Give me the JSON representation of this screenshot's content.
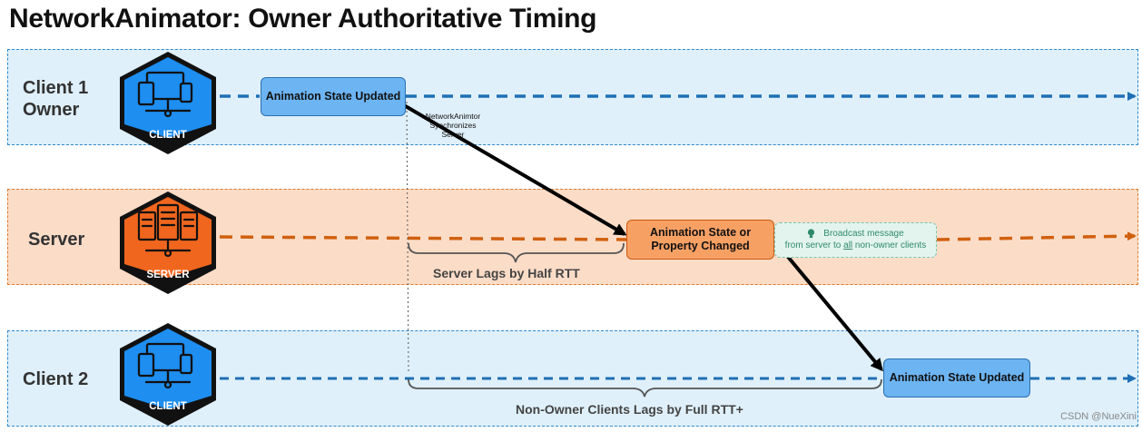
{
  "title": "NetworkAnimator: Owner Authoritative Timing",
  "lanes": {
    "client1": {
      "label_line1": "Client 1",
      "label_line2": "Owner",
      "badge": "CLIENT",
      "icon": "computer-devices-icon"
    },
    "server": {
      "label": "Server",
      "badge": "SERVER",
      "icon": "server-rack-icon"
    },
    "client2": {
      "label": "Client 2",
      "badge": "CLIENT",
      "icon": "computer-devices-icon"
    }
  },
  "boxes": {
    "client1_state": "Animation State Updated",
    "server_state_line1": "Animation State or",
    "server_state_line2": "Property Changed",
    "client2_state": "Animation State Updated"
  },
  "sync_note": {
    "line1": "NetworkAnimtor",
    "line2": "Synchronizes",
    "line3": "Server"
  },
  "broadcast": {
    "icon": "lightbulb-icon",
    "line1": "Broadcast message",
    "line2_prefix": "from server to ",
    "line2_emphasis": "all",
    "line2_suffix": " non-owner clients"
  },
  "lags": {
    "server": "Server Lags by Half RTT",
    "clients": "Non-Owner Clients Lags by Full RTT+"
  },
  "watermark": "CSDN @NueXini",
  "colors": {
    "client_blue": "#1e8ef0",
    "client_lane_bg": "#dff0fa",
    "server_orange": "#f0661e",
    "server_lane_bg": "#fbdcc7",
    "badge_bg": "#111111",
    "arrow_black": "#000000"
  }
}
